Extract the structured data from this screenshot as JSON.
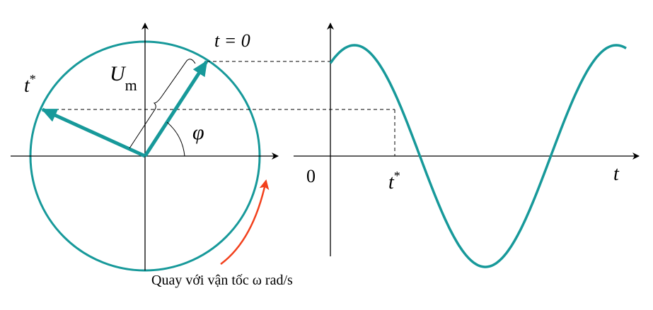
{
  "colors": {
    "phasor": "#17999a",
    "wave": "#17999a",
    "rotation_arrow": "#f2401c",
    "axis": "#000000",
    "dashed": "#000000"
  },
  "phasor_diagram": {
    "amplitude_label": "U",
    "amplitude_subscript": "m",
    "phase_label": "φ",
    "t_star_label": "t",
    "t_star_sup": "*",
    "t_zero_label": "t = 0",
    "rotation_caption": "Quay với vận tốc ω rad/s"
  },
  "waveform": {
    "origin_label": "0",
    "t_axis_label": "t",
    "t_star_label": "t",
    "t_star_sup": "*"
  }
}
